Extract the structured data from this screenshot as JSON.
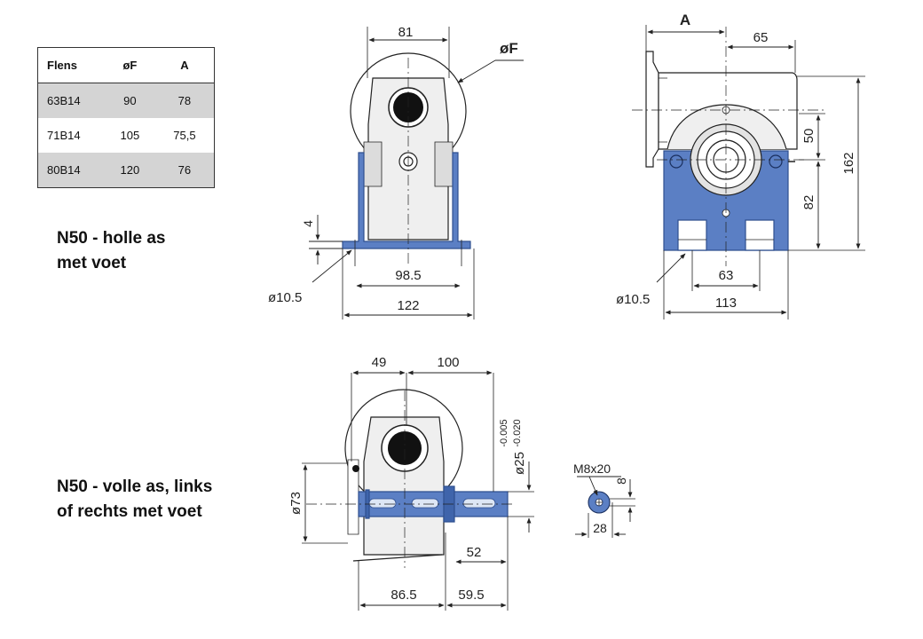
{
  "table": {
    "headers": [
      "Flens",
      "øF",
      "A"
    ],
    "rows": [
      [
        "63B14",
        "90",
        "78"
      ],
      [
        "71B14",
        "105",
        "75,5"
      ],
      [
        "80B14",
        "120",
        "76"
      ]
    ]
  },
  "captions": {
    "hollow_line1": "N50 - holle as",
    "hollow_line2": "met voet",
    "solid_line1": "N50 - volle as, links",
    "solid_line2": "of rechts met voet"
  },
  "dims": {
    "front_top": "81",
    "front_flange": "øF",
    "front_foot_thickness": "4",
    "front_hole": "ø10.5",
    "front_inner_width": "98.5",
    "front_outer_width": "122",
    "side_a": "A",
    "side_65": "65",
    "side_50": "50",
    "side_82": "82",
    "side_162": "162",
    "side_hole": "ø10.5",
    "side_63": "63",
    "side_113": "113",
    "bottom_49": "49",
    "bottom_100": "100",
    "bottom_shaft_dia": "ø25",
    "bottom_tol_upper": "-0.005",
    "bottom_tol_lower": "-0.020",
    "bottom_73": "ø73",
    "bottom_52": "52",
    "bottom_86": "86.5",
    "bottom_59": "59.5",
    "key_thread": "M8x20",
    "key_8": "8",
    "key_28": "28"
  },
  "colors": {
    "housing_blue": "#5b7fc4",
    "line": "#222222",
    "shade": "#d4d4d4"
  }
}
